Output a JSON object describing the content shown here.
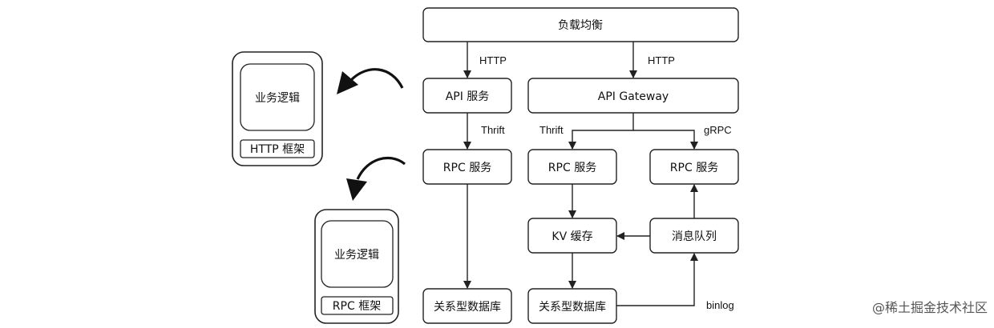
{
  "nodes": {
    "lb": "负载均衡",
    "api_service": "API 服务",
    "api_gateway": "API Gateway",
    "rpc_left": "RPC 服务",
    "rpc_mid": "RPC 服务",
    "rpc_right": "RPC 服务",
    "kv_cache": "KV 缓存",
    "mq": "消息队列",
    "db_left": "关系型数据库",
    "db_right": "关系型数据库"
  },
  "edges": {
    "http_left": "HTTP",
    "http_right": "HTTP",
    "thrift_left": "Thrift",
    "thrift_mid": "Thrift",
    "grpc": "gRPC",
    "binlog": "binlog"
  },
  "legend": {
    "http_stack": {
      "logic": "业务逻辑",
      "framework": "HTTP 框架"
    },
    "rpc_stack": {
      "logic": "业务逻辑",
      "framework": "RPC 框架"
    }
  },
  "watermark": "@稀土掘金技术社区",
  "colors": {
    "stroke": "#222222",
    "background": "#ffffff",
    "text": "#111111"
  }
}
